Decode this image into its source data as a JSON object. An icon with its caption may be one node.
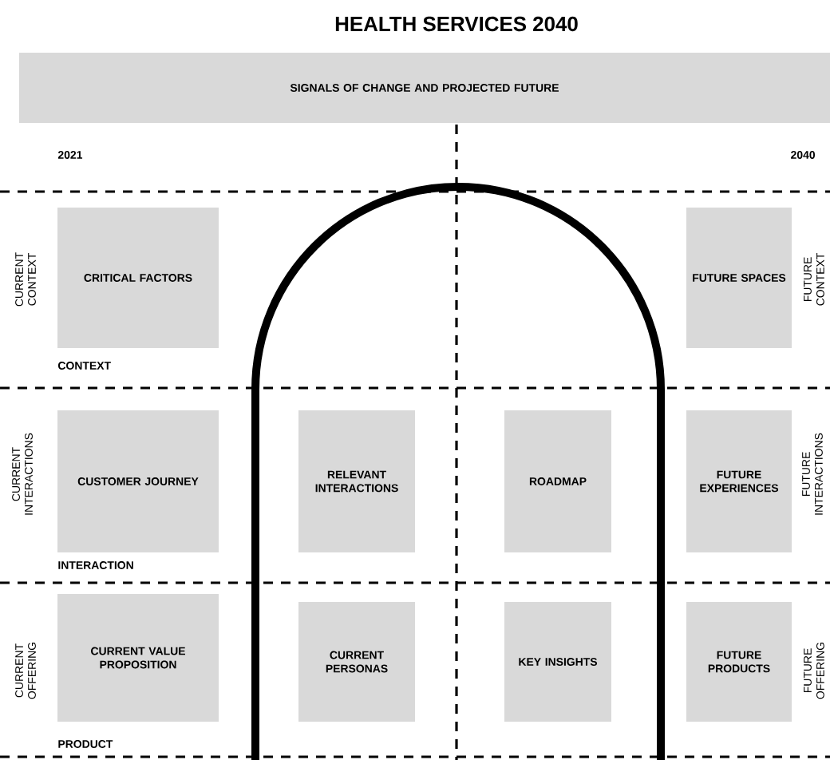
{
  "diagram": {
    "title": "HEALTH SERVICES 2040",
    "nodes": [
      {
        "text": [
          "SIGNALS OF CHANGE AND PROJECTED FUTURE"
        ]
      },
      {
        "text": [
          "CRITICAL FACTORS"
        ]
      },
      {
        "text": [
          "FUTURE SPACES"
        ]
      },
      {
        "text": [
          "CUSTOMER JOURNEY"
        ]
      },
      {
        "text": [
          "RELEVANT INTERACTIONS"
        ]
      },
      {
        "text": [
          "ROADMAP"
        ]
      },
      {
        "text": [
          "FUTURE EXPERIENCES"
        ]
      },
      {
        "text": [
          "CURRENT VALUE PROPOSITION"
        ]
      },
      {
        "text": [
          "CURRENT PERSONAS"
        ]
      },
      {
        "text": [
          "KEY INSIGHTS"
        ]
      },
      {
        "text": [
          "FUTURE PRODUCTS"
        ]
      }
    ],
    "labels": [
      "2021",
      "2040",
      "CURRENT CONTEXT",
      "FUTURE CONTEXT",
      "CONTEXT",
      "CURRENT INTERACTIONS",
      "FUTURE INTERACTIONS",
      "INTERACTION",
      "CURRENT OFFERING",
      "FUTURE OFFERING",
      "PRODUCT"
    ]
  }
}
